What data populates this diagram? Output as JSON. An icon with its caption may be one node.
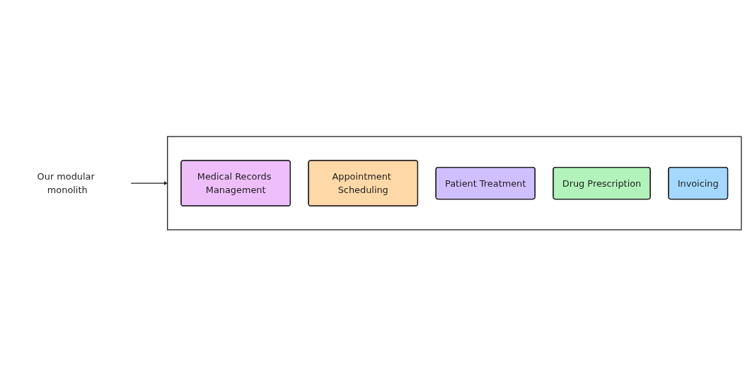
{
  "diagram": {
    "nodes": [
      {
        "text": [],
        "shape": "box"
      },
      {
        "text": [
          "Medical Records Management"
        ],
        "in": 0
      },
      {
        "text": [
          "Appointment Scheduling"
        ],
        "in": 0
      },
      {
        "text": [
          "Patient Treatment"
        ],
        "in": 0
      },
      {
        "text": [
          "Drug Prescription"
        ],
        "in": 0
      },
      {
        "text": [
          "Invoicing"
        ],
        "in": 0
      },
      {
        "text": [
          "Our modular monolith"
        ]
      }
    ],
    "edges": [
      {
        "from": 6,
        "to": 0,
        "arrow": "to"
      }
    ]
  }
}
